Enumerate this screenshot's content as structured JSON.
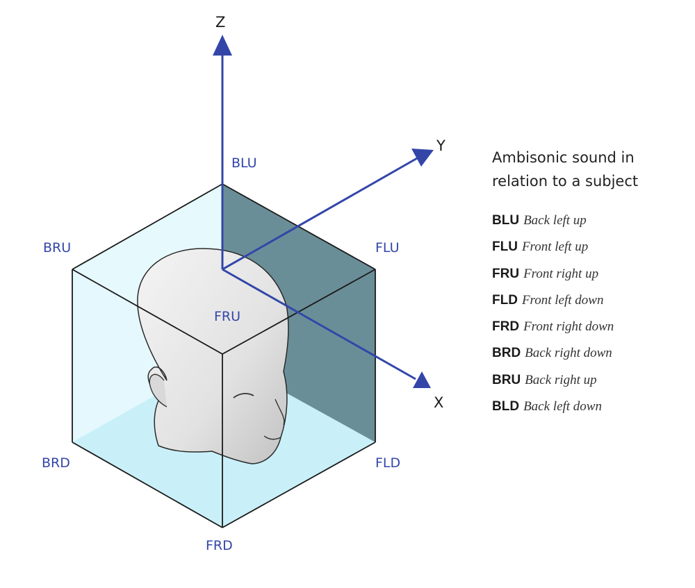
{
  "axes": {
    "x": "X",
    "y": "Y",
    "z": "Z"
  },
  "vertex_labels": {
    "blu": "BLU",
    "bru": "BRU",
    "flu": "FLU",
    "fru": "FRU",
    "brd": "BRD",
    "fld": "FLD",
    "frd": "FRD"
  },
  "legend": {
    "title_line1": "Ambisonic sound in",
    "title_line2": "relation to a subject",
    "items": [
      {
        "code": "BLU",
        "desc": "Back left up"
      },
      {
        "code": "FLU",
        "desc": "Front left up"
      },
      {
        "code": "FRU",
        "desc": "Front right up"
      },
      {
        "code": "FLD",
        "desc": "Front left down"
      },
      {
        "code": "FRD",
        "desc": "Front right down"
      },
      {
        "code": "BRD",
        "desc": "Back right down"
      },
      {
        "code": "BRU",
        "desc": "Back right up"
      },
      {
        "code": "BLD",
        "desc": "Back left down"
      }
    ]
  },
  "colors": {
    "axis": "#3346a8",
    "label": "#3346a8",
    "cube_edge": "#1a1a1a",
    "cube_light": "#e6f9fd",
    "cube_floor": "#c9f0f9",
    "cube_dark_face": "#6a8e98"
  }
}
